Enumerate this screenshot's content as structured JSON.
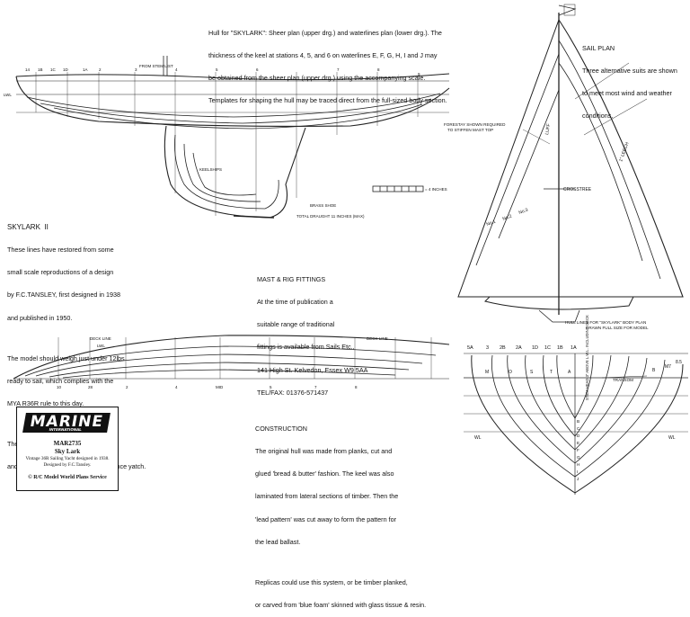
{
  "header_note": {
    "lines": [
      "Hull for \"SKYLARK\": Sheer plan (upper drg.) and waterlines plan (lower drg.). The",
      "thickness of the keel at stations 4, 5, and 6 on waterlines E, F, G, H, I and J may",
      "be obtained from the sheer plan (upper drg.) using the accompanying scale.",
      "Templates for shaping the hull may be traced direct from the full-sized body section."
    ]
  },
  "sail_plan": {
    "title": "SAIL PLAN",
    "lines": [
      "Three alternative suits are shown",
      "to meet most wind and weather",
      "conditions."
    ],
    "forestay": [
      "FORESTAY SHOWN REQUIRED",
      "TO STIFFEN MAST TOP"
    ],
    "luff": "LUFF",
    "leech": "1\" LEECH",
    "crosstree": "CROSSTREE",
    "sail_numbers": [
      "No.1",
      "No.2",
      "No.3"
    ]
  },
  "skylark": {
    "title": "SKYLARK  II",
    "para1": [
      "These lines have restored from some",
      "small scale reproductions of a design",
      "by F.C.TANSLEY, first designed in 1938",
      "and published in 1950."
    ],
    "para2": [
      "The model should weigh just under 12lbs",
      "ready to sail, which complies with the",
      "MYA R36R rule to this day."
    ],
    "para3": [
      "The model is suited to 'vintage' sailing",
      "and is not an up to date high performance yatch."
    ]
  },
  "mast_rig": {
    "title": "MAST & RIG FITTINGS",
    "lines": [
      "At the time of publication a",
      "suitable range of traditional",
      "fittings is available from Sails Etc.,",
      "141 High St. Kelvedon, Essex W9 5AA",
      "TEL/FAX: 01376-571437"
    ]
  },
  "sheer_plan_labels": {
    "stem_list": "FROM STEM LIST",
    "lwl": "LWL",
    "bass_shoe": "BRASS SHOE",
    "draught": "TOTAL DRAUGHT 11 INCHES (MAX)",
    "keelshps": "KEELSHIPS",
    "scale": "= 4 INCHES",
    "stations": [
      "14",
      "1B",
      "1C",
      "1D",
      "1A",
      "2",
      "3",
      "4",
      "5",
      "6",
      "7",
      "8",
      "9"
    ]
  },
  "waterline_plan_labels": {
    "deck_line_fwd": "DECK LINE",
    "deck_line_aft": "DECK LINE",
    "lwl": "LWL",
    "stations": [
      "10",
      "28",
      "2",
      "4",
      "MID",
      "5",
      "7",
      "8"
    ]
  },
  "body_plan": {
    "caption": [
      "HULL LINES FOR \"SKYLARK\" BODY PLAN",
      "DRAWN FULL SIZE FOR MODEL"
    ],
    "stations": [
      "5A",
      "3",
      "2B",
      "2A",
      "1D",
      "1C",
      "1B",
      "1A"
    ],
    "waterline_letters": [
      "M",
      "O",
      "S",
      "T",
      "A"
    ],
    "stern_labels": [
      "B",
      "M7",
      "8.5"
    ],
    "transom": "TRANSOM",
    "stem_note": "STEM HEAD 3\" ABOVE L.W.L. INCLUDING DECK",
    "wl": "WL",
    "keel_letters": [
      "B",
      "C",
      "D",
      "E",
      "F",
      "G",
      "H",
      "I",
      "J"
    ]
  },
  "construction": {
    "title": "CONSTRUCTION",
    "para1": [
      "The original hull was made from planks, cut and",
      "glued 'bread & butter' fashion. The keel was also",
      "laminated from lateral sections of timber. Then the",
      "'lead pattern' was cut away to form the pattern for",
      "the lead ballast."
    ],
    "para2": [
      "Replicas could use this system, or be timber planked,",
      "or carved from 'blue foam' skinned with glass tissue & resin."
    ]
  },
  "publisher": {
    "logo": "MARINE",
    "logo_sub": "INTERNATIONAL",
    "code": "MAR2735",
    "name": "Sky Lark",
    "desc1": "Vintage 36R Sailing Yacht designed in 1938.",
    "desc2": "Designed by F.C.Tansley.",
    "copyright": "© R/C Model World Plans Service"
  }
}
